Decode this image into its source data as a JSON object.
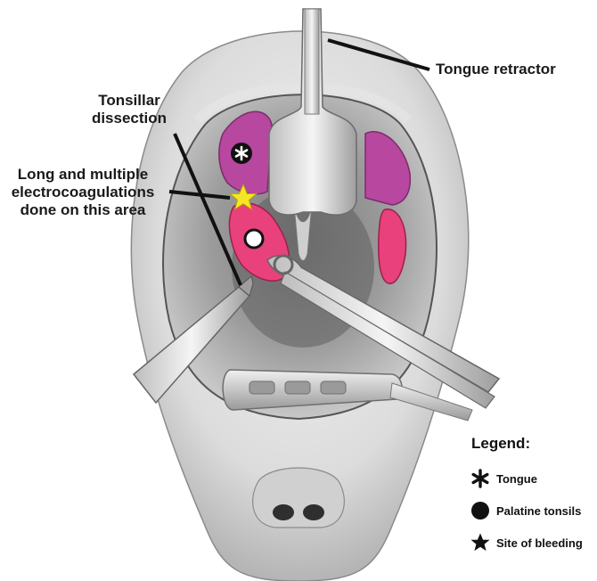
{
  "labels": {
    "tongue_retractor": "Tongue retractor",
    "tonsillar_dissection_line1": "Tonsillar",
    "tonsillar_dissection_line2": "dissection",
    "electro_line1": "Long and multiple",
    "electro_line2": "electrocoagulations",
    "electro_line3": "done on this area"
  },
  "legend": {
    "title": "Legend:",
    "items": [
      {
        "symbol": "asterisk-icon",
        "label": "Tongue"
      },
      {
        "symbol": "circle-icon",
        "label": "Palatine tonsils"
      },
      {
        "symbol": "star-icon",
        "label": "Site of bleeding"
      }
    ]
  },
  "colors": {
    "tongue": "#b7479f",
    "tonsil": "#e8417b",
    "bleeding_star": "#f5e628",
    "tissue": "#d9d9d9",
    "shadow": "#6e6e6e"
  }
}
